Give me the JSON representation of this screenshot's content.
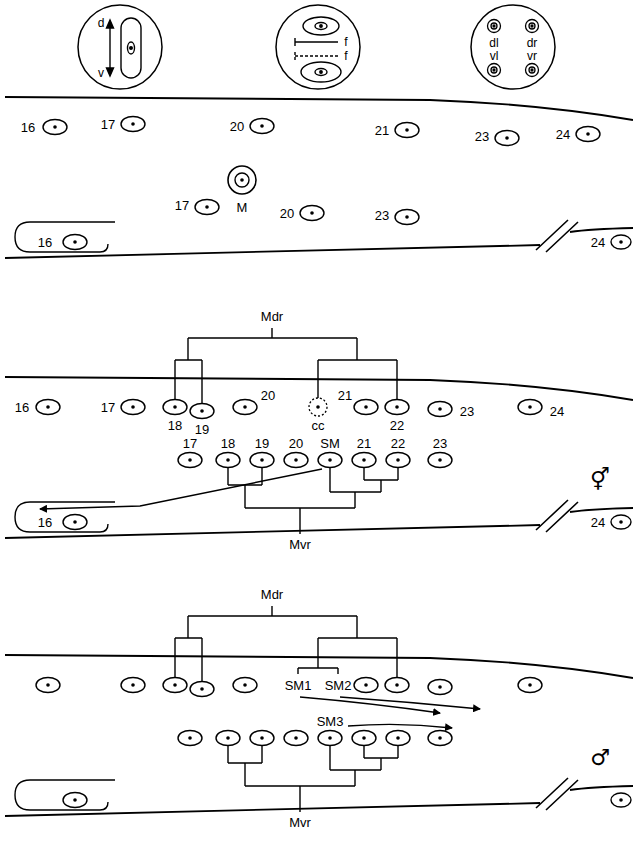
{
  "diagram": {
    "nodes": [
      {
        "text": [
          "d",
          "v"
        ]
      },
      {
        "text": [
          "f",
          "f"
        ]
      },
      {
        "text": [
          "dl",
          "dr",
          "vl",
          "vr"
        ]
      }
    ],
    "labels": [
      "16",
      "17",
      "20",
      "21",
      "23",
      "24",
      "16",
      "17",
      "M",
      "20",
      "23",
      "24",
      "Mdr",
      "16",
      "17",
      "18",
      "19",
      "20",
      "cc",
      "21",
      "22",
      "23",
      "24",
      "17",
      "18",
      "19",
      "20",
      "SM",
      "21",
      "22",
      "23",
      "16",
      "24",
      "⚥",
      "Mvr",
      "Mdr",
      "SM1",
      "SM2",
      "SM3",
      "♂",
      "Mvr"
    ]
  }
}
